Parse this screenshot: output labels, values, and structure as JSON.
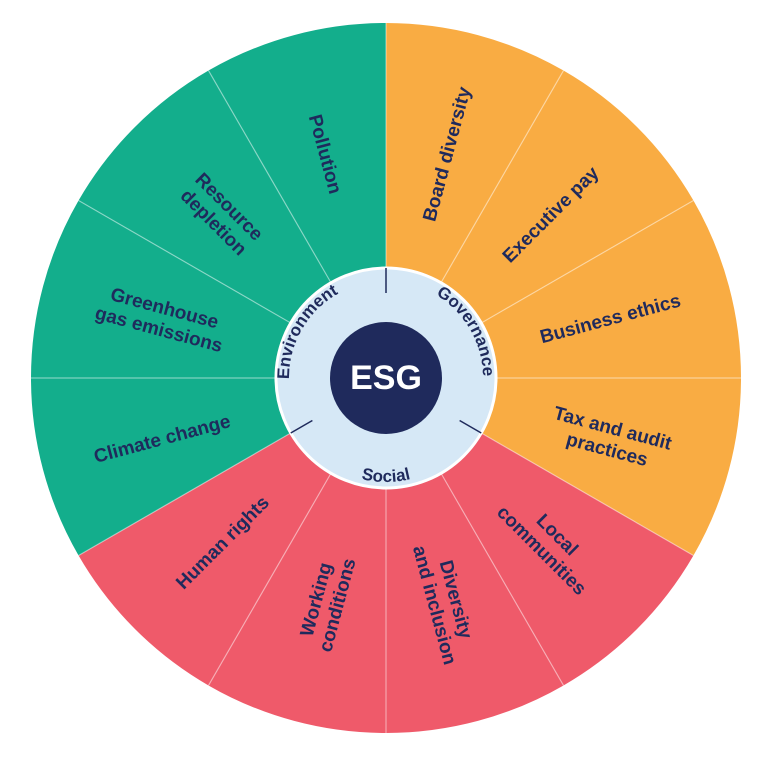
{
  "center": {
    "label": "ESG"
  },
  "colors": {
    "environment": "#13AE8C",
    "governance": "#F9AC43",
    "social": "#EF5A6A",
    "navy": "#1F2A5C",
    "ring": "#D6E8F6",
    "divider": "#8FD6C4"
  },
  "pillars": [
    {
      "key": "governance",
      "label": "Governance"
    },
    {
      "key": "social",
      "label": "Social"
    },
    {
      "key": "environment",
      "label": "Environment"
    }
  ],
  "segments": [
    {
      "pillar": "governance",
      "lines": [
        "Board diversity"
      ]
    },
    {
      "pillar": "governance",
      "lines": [
        "Executive pay"
      ]
    },
    {
      "pillar": "governance",
      "lines": [
        "Business ethics"
      ]
    },
    {
      "pillar": "governance",
      "lines": [
        "Tax and audit",
        "practices"
      ]
    },
    {
      "pillar": "social",
      "lines": [
        "Local",
        "communities"
      ]
    },
    {
      "pillar": "social",
      "lines": [
        "Diversity",
        "and inclusion"
      ]
    },
    {
      "pillar": "social",
      "lines": [
        "Working",
        "conditions"
      ]
    },
    {
      "pillar": "social",
      "lines": [
        "Human rights"
      ]
    },
    {
      "pillar": "environment",
      "lines": [
        "Climate change"
      ]
    },
    {
      "pillar": "environment",
      "lines": [
        "Greenhouse",
        "gas emissions"
      ]
    },
    {
      "pillar": "environment",
      "lines": [
        "Resource",
        "depletion"
      ]
    },
    {
      "pillar": "environment",
      "lines": [
        "Pollution"
      ]
    }
  ]
}
